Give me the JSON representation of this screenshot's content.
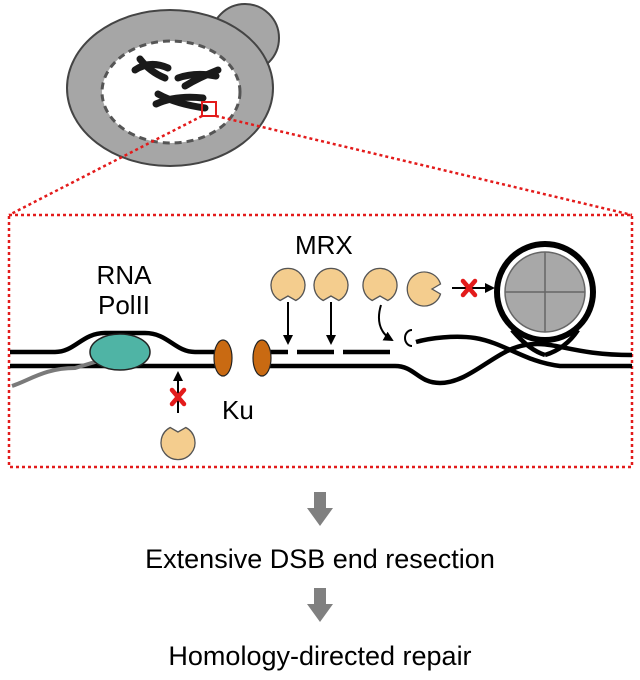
{
  "labels": {
    "rna_polii_line1": "RNA",
    "rna_polii_line2": "PolII",
    "ku": "Ku",
    "mrx": "MRX",
    "step1": "Extensive DSB end resection",
    "step2": "Homology-directed repair"
  },
  "colors": {
    "cell": "#a6a6a6",
    "nucleus": "#ffffff",
    "chromosome": "#1a1a1a",
    "zoom_box": "#e31b1b",
    "pol2": "#4fb4a5",
    "ku": "#c96a12",
    "mrx_pacman": "#f4cd8e",
    "inhibition_x": "#e31b1b",
    "nucleosome": "#a8a8a8",
    "flow_arrow": "#808080"
  },
  "icons": {
    "inhibition": "red-x-icon",
    "flow": "down-arrow-icon"
  }
}
